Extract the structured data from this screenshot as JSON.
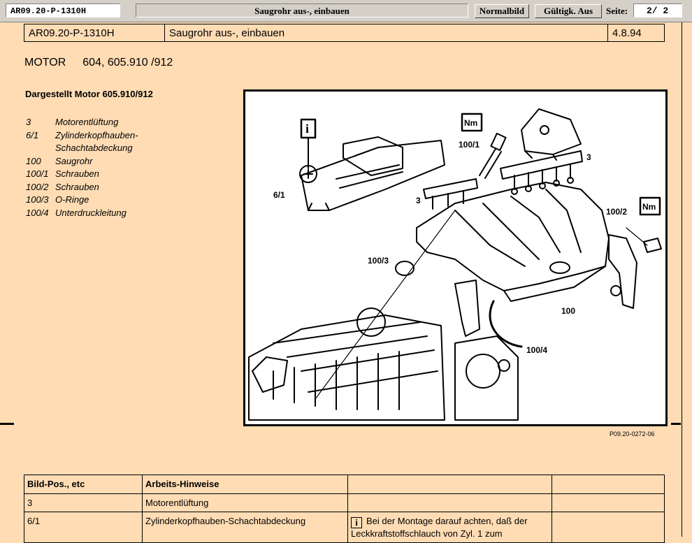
{
  "toolbar": {
    "doc_id": "AR09.20-P-1310H",
    "title": "Saugrohr aus-, einbauen",
    "normal_button": "Normalbild",
    "validity_button": "Gültigk. Aus",
    "page_label": "Seite:",
    "page_value": "2/  2"
  },
  "header": {
    "doc_id": "AR09.20-P-1310H",
    "title": "Saugrohr aus-, einbauen",
    "date": "4.8.94"
  },
  "motor": {
    "label": "MOTOR",
    "value": "604, 605.910 /912"
  },
  "shown": "Dargestellt Motor 605.910/912",
  "legend": [
    {
      "pos": "3",
      "text": "Motorentlüftung"
    },
    {
      "pos": "6/1",
      "text": "Zylinderkopfhauben-Schachtabdeckung"
    },
    {
      "pos": "100",
      "text": "Saugrohr"
    },
    {
      "pos": "100/1",
      "text": "Schrauben"
    },
    {
      "pos": "100/2",
      "text": "Schrauben"
    },
    {
      "pos": "100/3",
      "text": "O-Ringe"
    },
    {
      "pos": "100/4",
      "text": "Unterdruckleitung"
    }
  ],
  "figure": {
    "labels": {
      "l61": "6/1",
      "l1001": "100/1",
      "l3a": "3",
      "l3b": "3",
      "l1003": "100/3",
      "l1002": "100/2",
      "l100": "100",
      "l1004": "100/4",
      "info": "i",
      "nm": "Nm"
    },
    "ref": "P09.20-0272-06"
  },
  "table": {
    "headers": [
      "Bild-Pos., etc",
      "Arbeits-Hinweise",
      "",
      ""
    ],
    "rows": [
      {
        "pos": "3",
        "text": "Motorentlüftung",
        "note": ""
      },
      {
        "pos": "6/1",
        "text": "Zylinderkopfhauben-Schachtabdeckung",
        "note": "Bei der Montage darauf achten, daß der Leckkraftstoffschlauch von Zyl. 1 zum"
      }
    ]
  }
}
